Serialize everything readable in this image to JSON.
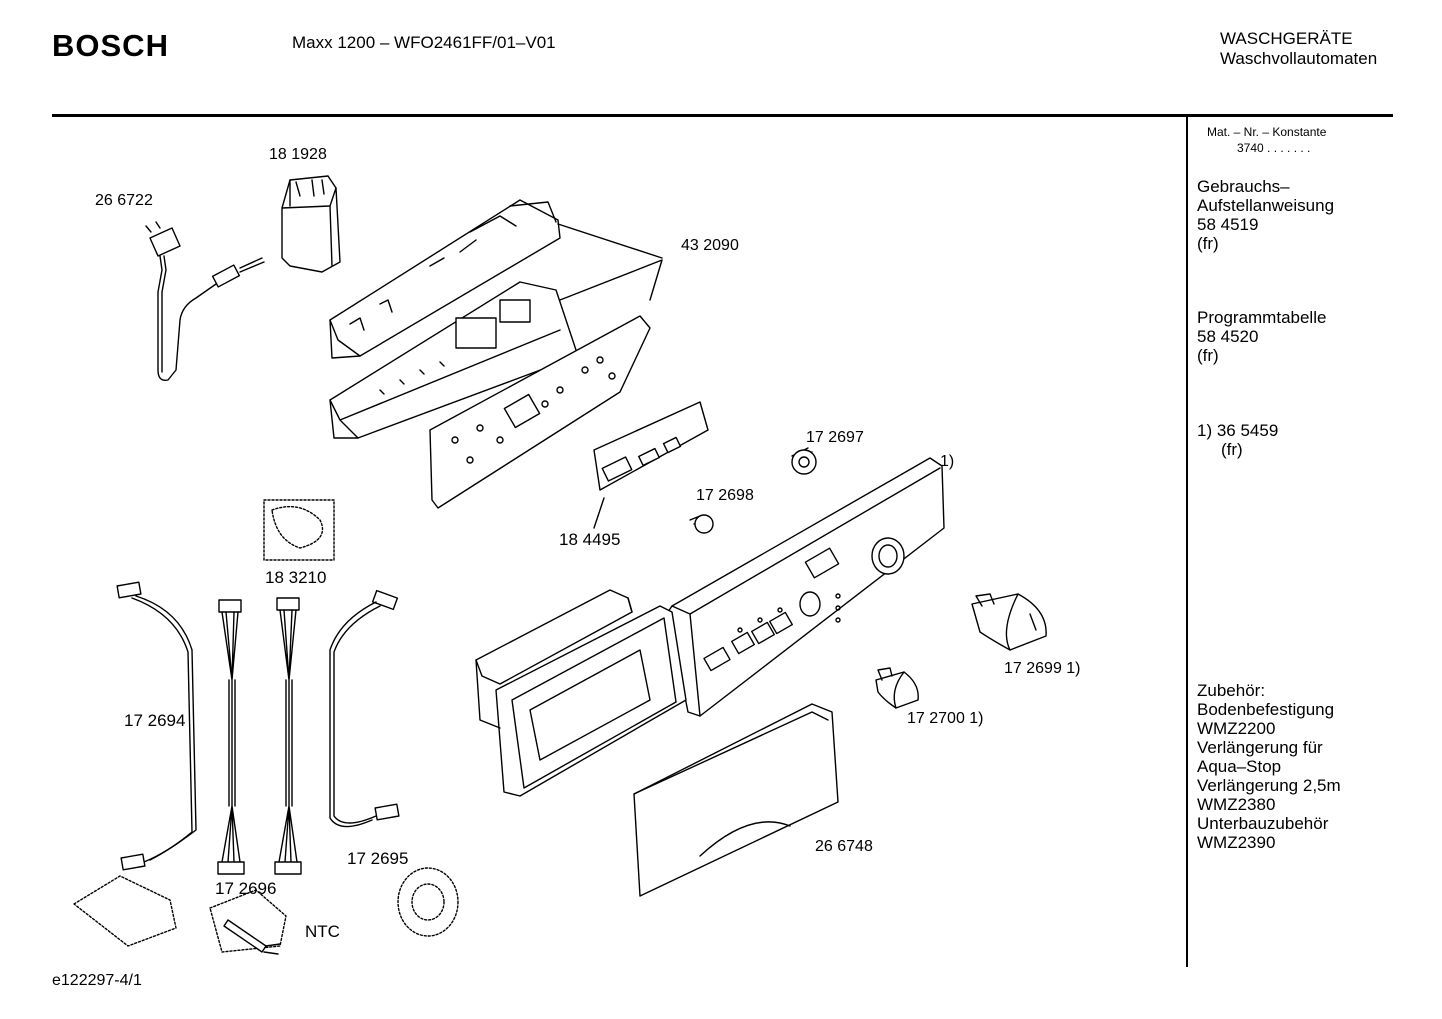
{
  "header": {
    "brand": "BOSCH",
    "model": "Maxx 1200 – WFO2461FF/01–V01",
    "category_1": "WASCHGERÄTE",
    "category_2": "Waschvollautomaten"
  },
  "sidebar": {
    "mat_label": "Mat. – Nr. – Konstante",
    "mat_value": "3740 .  .  .   .  .  .  .",
    "manual": [
      "Gebrauchs–",
      "Aufstellanweisung",
      "58 4519",
      "(fr)"
    ],
    "program_table": [
      "Programmtabelle",
      "58 4520",
      "(fr)"
    ],
    "note": [
      "1) 36 5459",
      "(fr)"
    ],
    "accessories": [
      "Zubehör:",
      "Bodenbefestigung",
      "WMZ2200",
      "Verlängerung für",
      "Aqua–Stop",
      "Verlängerung 2,5m",
      "WMZ2380",
      "Unterbauzubehör",
      "WMZ2390"
    ]
  },
  "parts": {
    "p181928": "18 1928",
    "p266722": "26 6722",
    "p432090": "43 2090",
    "p172697": "17 2697",
    "note1": "1)",
    "p172698": "17 2698",
    "p184495": "18 4495",
    "p183210": "18 3210",
    "p172694": "17 2694",
    "p1726991": "17 2699 1)",
    "p1727001": "17 2700 1)",
    "p172695": "17 2695",
    "p266748": "26 6748",
    "p172696": "17 2696",
    "ntc": "NTC"
  },
  "footer": {
    "drawing_id": "e122297-4/1"
  }
}
